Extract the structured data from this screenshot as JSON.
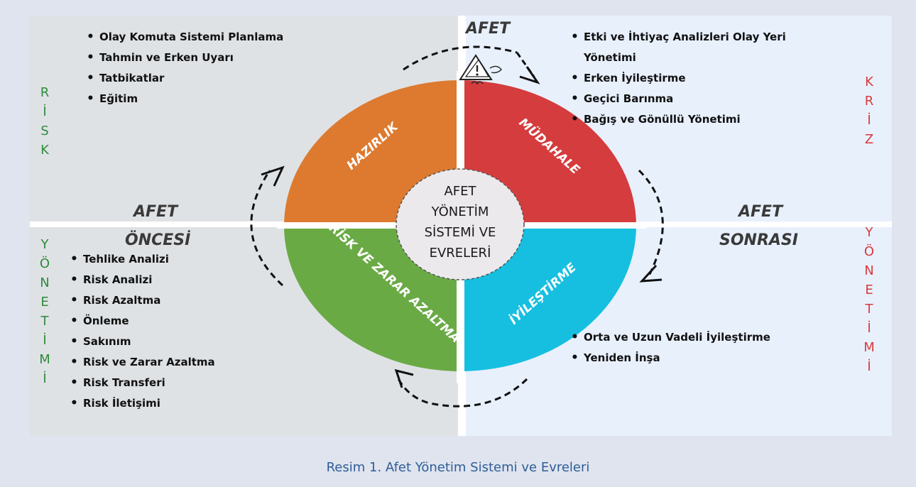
{
  "colors": {
    "hazirlik": "#dd7a2f",
    "mudahale": "#d53c3d",
    "risk_azaltma": "#6aaa45",
    "iyilestirme": "#16bfe0",
    "risk_label": "#2e8b3c",
    "kriz_label": "#d83a3a",
    "caption": "#2f5d96"
  },
  "labels": {
    "afet_top": "AFET",
    "afet_left": "AFET",
    "oncesi": "ÖNCESİ",
    "afet_right": "AFET",
    "sonrasi": "SONRASI"
  },
  "sectors": {
    "hazirlik": "HAZIRLIK",
    "mudahale": "MÜDAHALE",
    "risk_azaltma": "RİSK VE ZARAR AZALTMA",
    "iyilestirme": "İYİLEŞTİRME"
  },
  "center": {
    "line1": "AFET",
    "line2": "YÖNETİM",
    "line3": "SİSTEMİ VE",
    "line4": "EVRELERİ"
  },
  "lists": {
    "hazirlik": [
      "Olay Komuta Sistemi Planlama",
      "Tahmin ve Erken Uyarı",
      "Tatbikatlar",
      "Eğitim"
    ],
    "mudahale": [
      "Etki ve İhtiyaç Analizleri  Olay Yeri",
      "Yönetimi",
      "Erken İyileştirme",
      "Geçici Barınma",
      "Bağış ve Gönüllü Yönetimi"
    ],
    "risk_azaltma": [
      "Tehlike Analizi",
      "Risk Analizi",
      "Risk Azaltma",
      "Önleme",
      "Sakınım",
      "Risk ve Zarar Azaltma",
      "Risk Transferi",
      "Risk İletişimi"
    ],
    "iyilestirme": [
      "Orta ve Uzun Vadeli İyileştirme",
      "Yeniden İnşa"
    ]
  },
  "vertical": {
    "risk": [
      "R",
      "İ",
      "S",
      "K"
    ],
    "yonetimi_left": [
      "Y",
      "Ö",
      "N",
      "E",
      "T",
      "İ",
      "M",
      "İ"
    ],
    "kriz": [
      "K",
      "R",
      "İ",
      "Z"
    ],
    "yonetimi_right": [
      "Y",
      "Ö",
      "N",
      "E",
      "T",
      "İ",
      "M",
      "İ"
    ]
  },
  "icons": {
    "hazard": "warning-triangle-icon"
  },
  "caption": "Resim 1. Afet Yönetim Sistemi ve Evreleri"
}
